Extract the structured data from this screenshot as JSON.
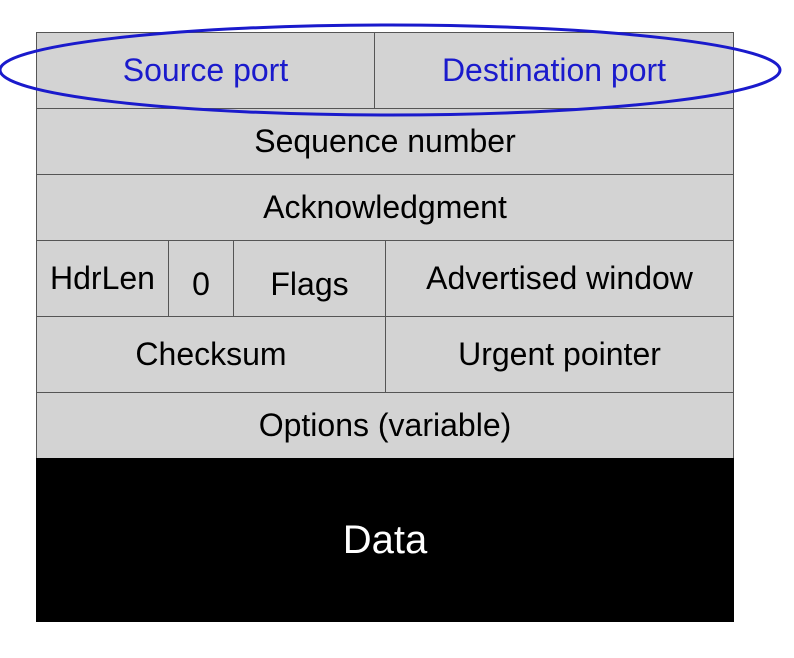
{
  "header_fields": {
    "source_port": "Source port",
    "destination_port": "Destination port",
    "sequence_number": "Sequence number",
    "acknowledgment": "Acknowledgment",
    "hdrlen": "HdrLen",
    "zero": "0",
    "flags": "Flags",
    "advertised_window": "Advertised window",
    "checksum": "Checksum",
    "urgent_pointer": "Urgent pointer",
    "options": "Options (variable)",
    "data": "Data"
  },
  "colors": {
    "field_fill": "#d3d3d3",
    "field_border": "#555555",
    "highlight_text": "#1a1acc",
    "highlight_ellipse": "#1a1acc",
    "data_fill": "#000000",
    "data_text": "#ffffff"
  }
}
